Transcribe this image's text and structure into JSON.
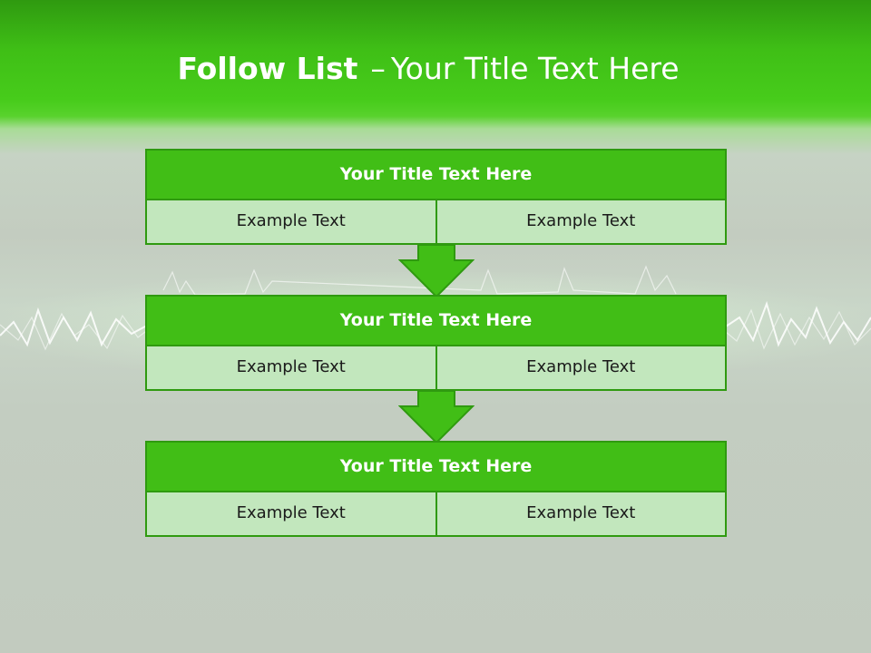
{
  "slide": {
    "title_bold": "Follow List",
    "title_separator": "–",
    "title_rest": "Your Title Text Here"
  },
  "blocks": [
    {
      "title": "Your Title Text Here",
      "left": "Example Text",
      "right": "Example Text"
    },
    {
      "title": "Your Title Text Here",
      "left": "Example Text",
      "right": "Example Text"
    },
    {
      "title": "Your Title Text Here",
      "left": "Example Text",
      "right": "Example Text"
    }
  ],
  "colors": {
    "header_green": "#41be16",
    "border_green": "#2f9a10",
    "cell_green": "#c2e7bd"
  },
  "icons": [
    "down-arrow-icon",
    "down-arrow-icon"
  ]
}
